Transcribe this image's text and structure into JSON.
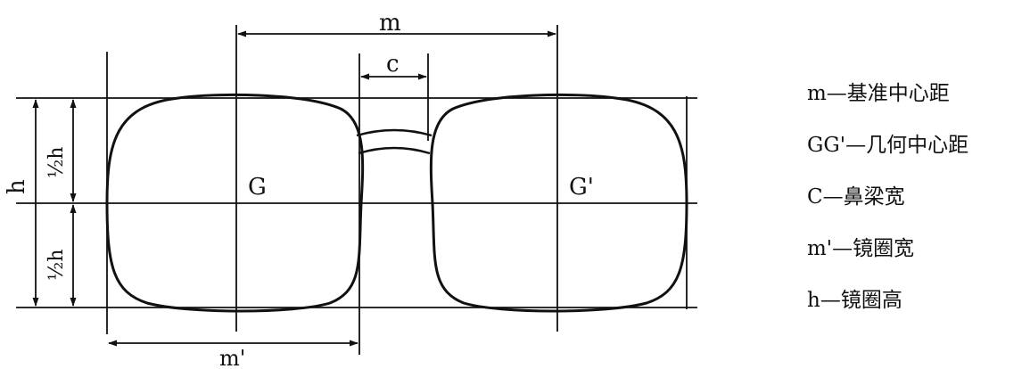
{
  "labels": {
    "m": "m",
    "c": "c",
    "G": "G",
    "G_prime": "G'",
    "h": "h",
    "half_h_top": "½h",
    "half_h_bottom": "½h",
    "m_prime": "m'"
  },
  "legend": [
    {
      "text": "m—基准中心距"
    },
    {
      "text": "GG'—几何中心距"
    },
    {
      "text": "C—鼻梁宽"
    },
    {
      "text": "m'—镜圈宽"
    },
    {
      "text": "h—镜圈高"
    }
  ]
}
